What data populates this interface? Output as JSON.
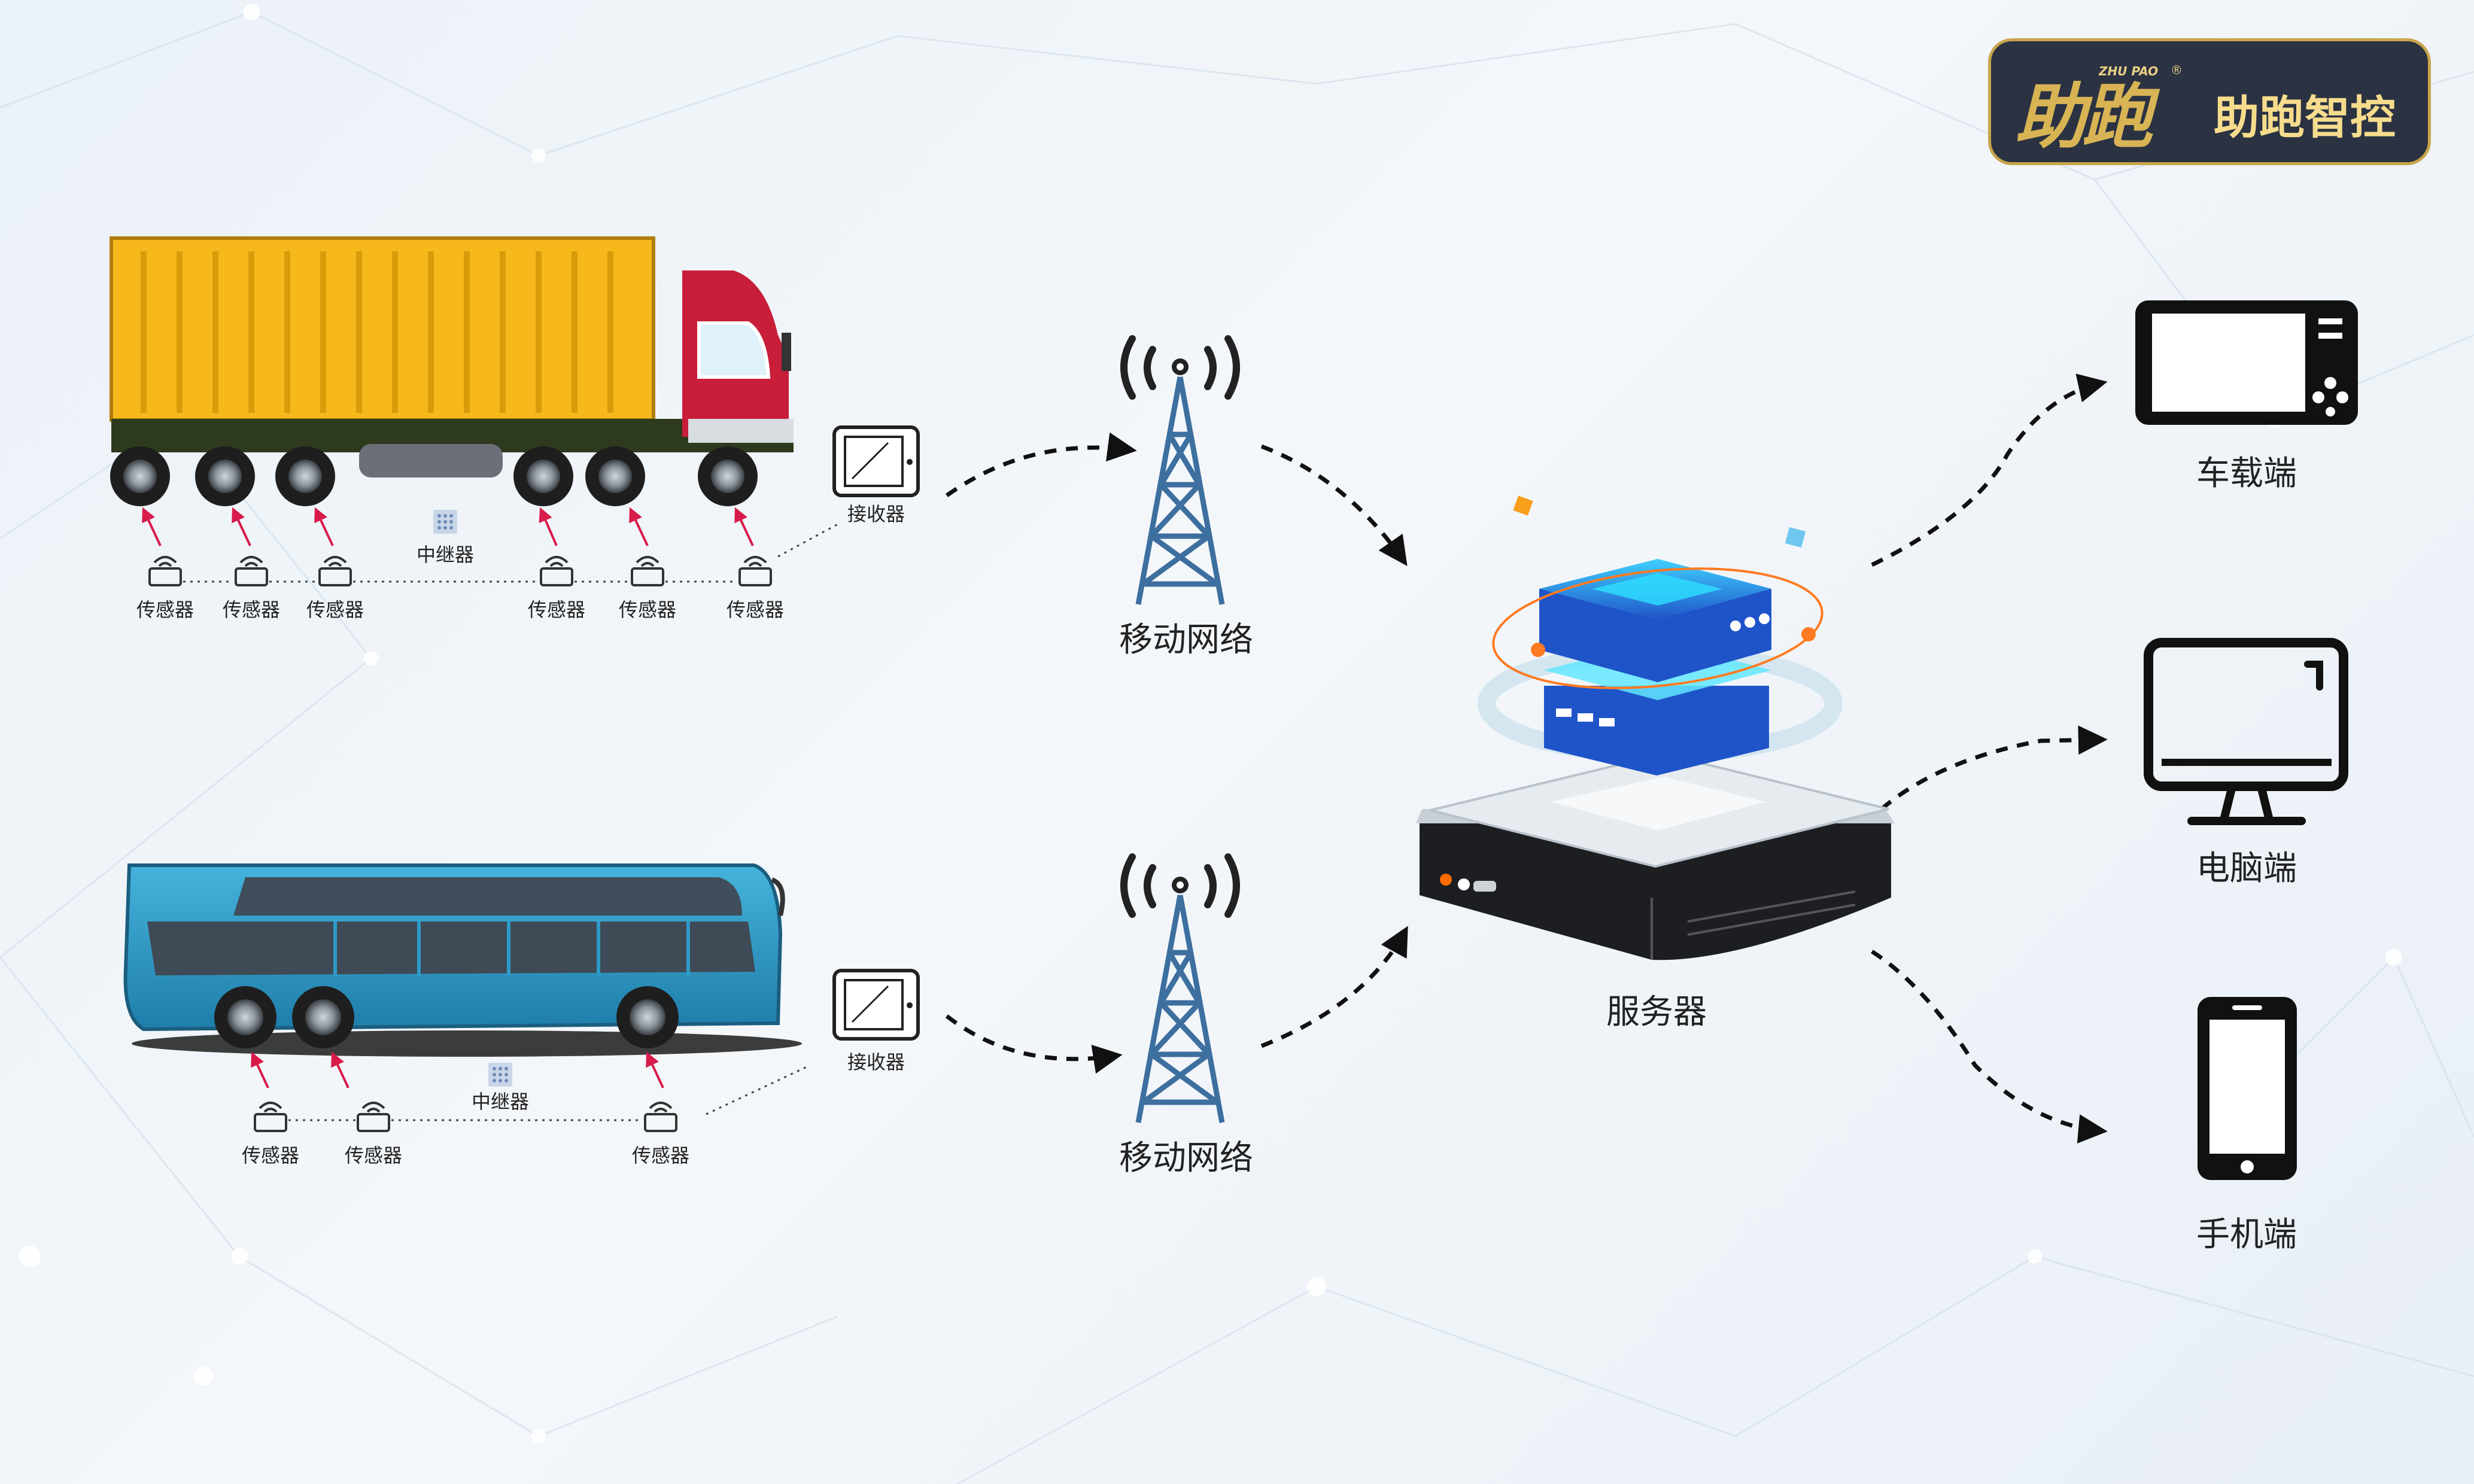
{
  "brand": {
    "mark": "助跑",
    "mark_sub": "ZHU PAO",
    "registered": "®",
    "name": "助跑智控"
  },
  "labels": {
    "sensor": "传感器",
    "relay": "中继器",
    "receiver": "接收器",
    "network": "移动网络",
    "server": "服务器",
    "vehicle_terminal": "车载端",
    "pc_terminal": "电脑端",
    "phone_terminal": "手机端"
  },
  "colors": {
    "truck_container": "#f6b81a",
    "truck_cab": "#c81e3a",
    "bus_body": "#2d9ac9",
    "tower": "#3d6f9f",
    "server_blue": "#1f54c9",
    "arrow": "#111111",
    "sensor_arrow": "#d81b4a",
    "logo_bg": "#2b3242",
    "logo_gold": "#d8b454"
  },
  "icons": [
    "tpms-sensor-icon",
    "relay-icon",
    "receiver-tablet-icon",
    "cell-tower-icon",
    "server-icon",
    "vehicle-screen-icon",
    "monitor-icon",
    "smartphone-icon"
  ]
}
